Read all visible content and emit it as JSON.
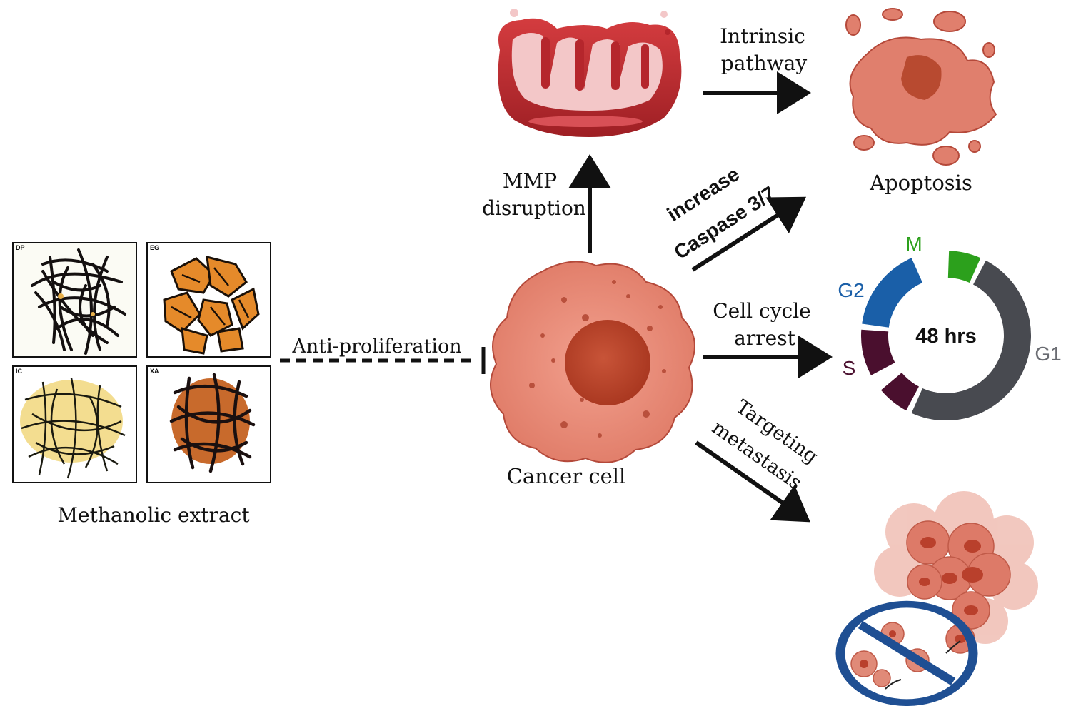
{
  "colors": {
    "arrow": "#111111",
    "cell_fill": "#e08a78",
    "cell_edge": "#b4493a",
    "nucleus": "#b8412d",
    "mito_outer": "#b5262c",
    "mito_inner": "#f3c7c8",
    "cycle_M": "#2ca01c",
    "cycle_G2": "#1a5fa8",
    "cycle_S": "#4a0f2e",
    "cycle_G1": "#484a50",
    "no_sign": "#1f4f93"
  },
  "extract": {
    "caption": "Methanolic extract",
    "panels": [
      {
        "tag": "DP",
        "icon": "dark-fibrous-extract-icon"
      },
      {
        "tag": "EG",
        "icon": "orange-chunk-extract-icon"
      },
      {
        "tag": "IC",
        "icon": "yellow-fibrous-extract-icon"
      },
      {
        "tag": "XA",
        "icon": "brown-fibrous-extract-icon"
      }
    ]
  },
  "inhibition": {
    "label": "Anti-proliferation"
  },
  "cancer_cell": {
    "label": "Cancer cell",
    "icon": "cancer-cell-icon"
  },
  "mmp": {
    "label_line1": "MMP",
    "label_line2": "disruption",
    "icon": "mitochondrion-icon"
  },
  "intrinsic": {
    "label_line1": "Intrinsic",
    "label_line2": "pathway"
  },
  "apoptosis": {
    "label": "Apoptosis",
    "icon": "apoptotic-cell-icon"
  },
  "caspase": {
    "label_line1": "increase",
    "label_line2": "Caspase 3/7"
  },
  "cell_cycle_arrest": {
    "label_line1": "Cell cycle",
    "label_line2": "arrest"
  },
  "cell_cycle": {
    "center_label": "48 hrs",
    "phases": [
      {
        "name": "M",
        "color": "#2ca01c"
      },
      {
        "name": "G2",
        "color": "#1a5fa8"
      },
      {
        "name": "S",
        "color": "#4a0f2e"
      },
      {
        "name": "G1",
        "color": "#484a50"
      }
    ]
  },
  "metastasis": {
    "label_line1": "Targeting",
    "label_line2": "metastasis",
    "icon": "metastasis-cluster-icon",
    "no_icon": "prohibition-sign-icon"
  }
}
